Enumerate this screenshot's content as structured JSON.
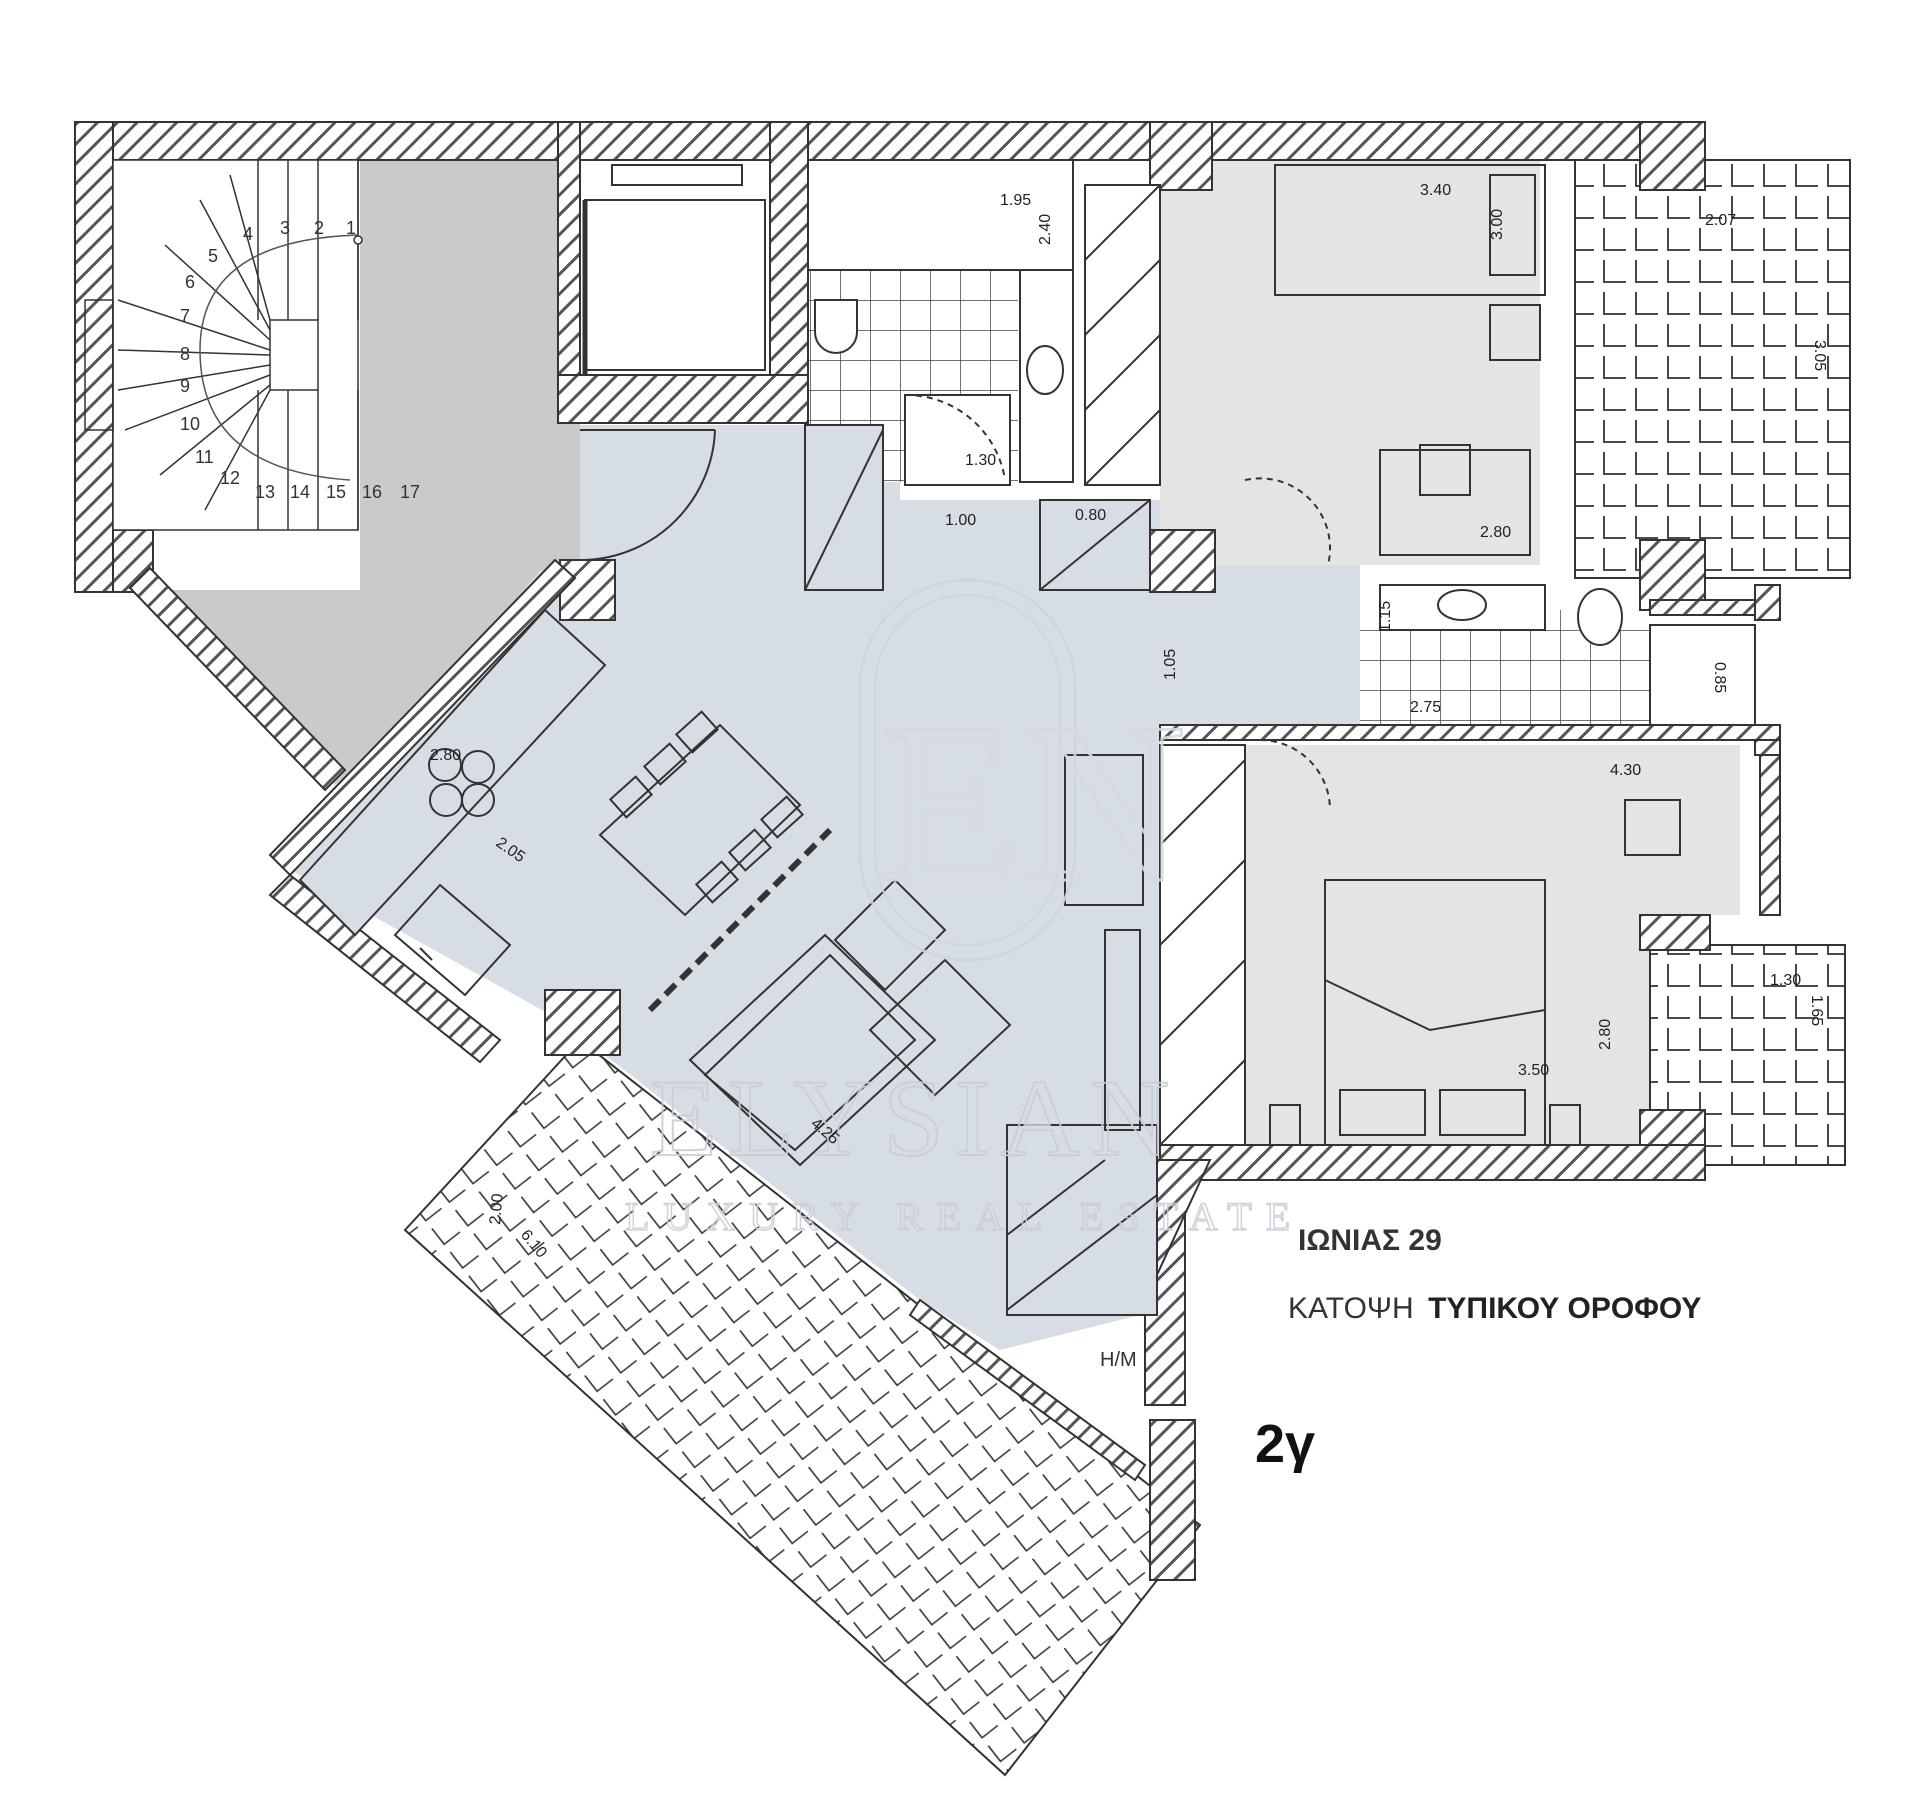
{
  "plan": {
    "address": "ΙΩΝΙΑΣ 29",
    "title_part1": "ΚΑΤΟΨΗ",
    "title_part2": "ΤΥΠΙΚΟΥ ΟΡΟΦΟΥ",
    "unit": "2γ",
    "shaft_label": "Η/Μ"
  },
  "watermark": {
    "brand": "ELYSIAN",
    "tagline": "LUXURY REAL ESTATE",
    "monogram": "EN"
  },
  "stair_steps": [
    "1",
    "2",
    "3",
    "4",
    "5",
    "6",
    "7",
    "8",
    "9",
    "10",
    "11",
    "12",
    "13",
    "14",
    "15",
    "16",
    "17"
  ],
  "dimensions": {
    "bath_width": "1.95",
    "bath_depth": "2.40",
    "bath_shower": "1.30",
    "closet_a": "1.00",
    "closet_b": "0.80",
    "hall_width": "1.05",
    "kitchen_a": "2.80",
    "kitchen_b": "2.05",
    "living": "4.25",
    "bed1_width": "3.40",
    "bed1_bed": "3.00",
    "bed1_depth": "2.80",
    "balcony_ne_a": "2.07",
    "balcony_ne_b": "3.05",
    "wc_a": "1.15",
    "wc_b": "2.75",
    "storage": "0.85",
    "bed2_width": "4.30",
    "bed2_a": "3.50",
    "bed2_b": "2.80",
    "balcony_e_a": "1.30",
    "balcony_e_b": "1.65",
    "veranda_a": "2.00",
    "veranda_b": "6.10"
  },
  "colors": {
    "living_fill": "#d7dde4",
    "room_fill": "#e4e4e4",
    "stair_area_fill": "#c9cbca",
    "wall_hatch": "#555555"
  }
}
